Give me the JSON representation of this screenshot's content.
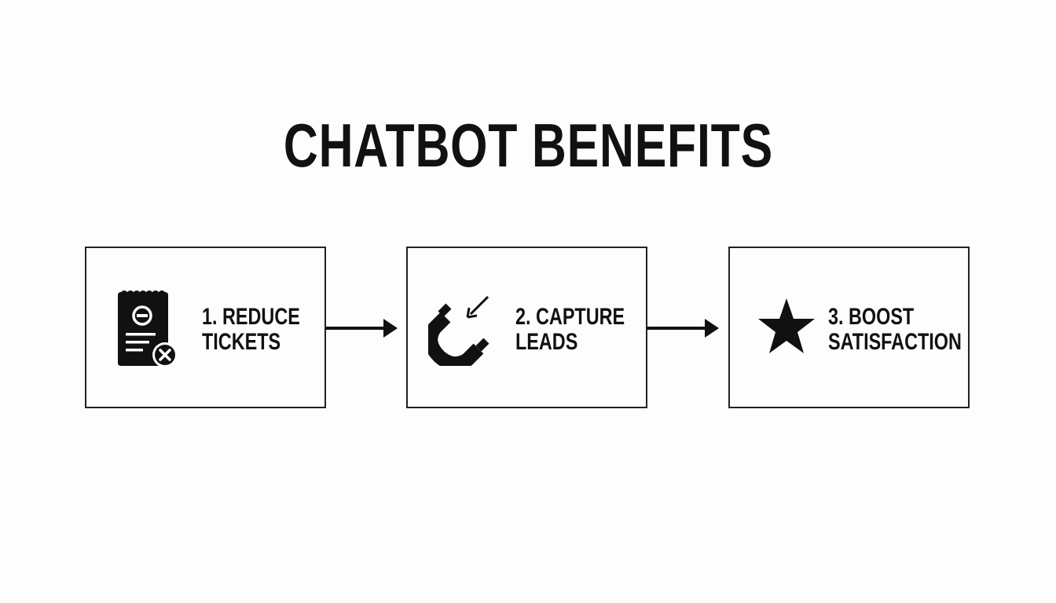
{
  "title": "CHATBOT BENEFITS",
  "steps": [
    {
      "line1": "1. REDUCE",
      "line2": "TICKETS",
      "icon": "ticket-cancel-icon"
    },
    {
      "line1": "2. CAPTURE",
      "line2": "LEADS",
      "icon": "magnet-icon"
    },
    {
      "line1": "3. BOOST",
      "line2": "SATISFACTION",
      "icon": "star-icon"
    }
  ]
}
